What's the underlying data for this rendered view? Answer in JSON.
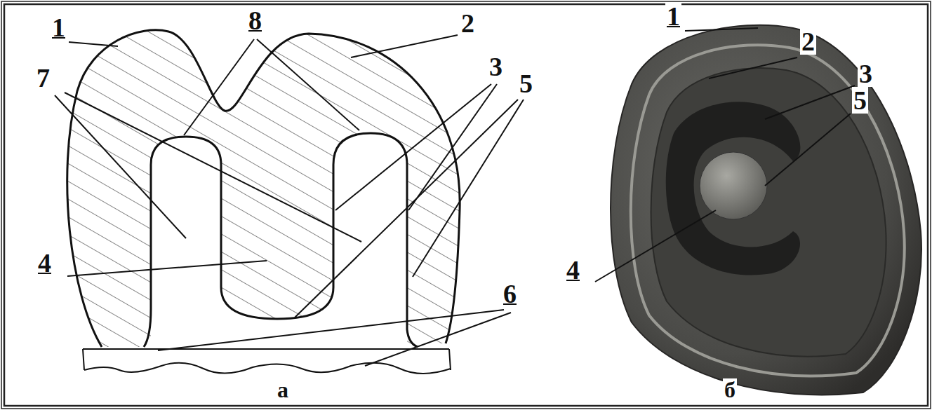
{
  "diagram": {
    "labels": [
      "1",
      "8",
      "2",
      "7",
      "3",
      "5",
      "4",
      "6",
      "а",
      "1",
      "2",
      "3",
      "5",
      "4",
      "б"
    ]
  }
}
